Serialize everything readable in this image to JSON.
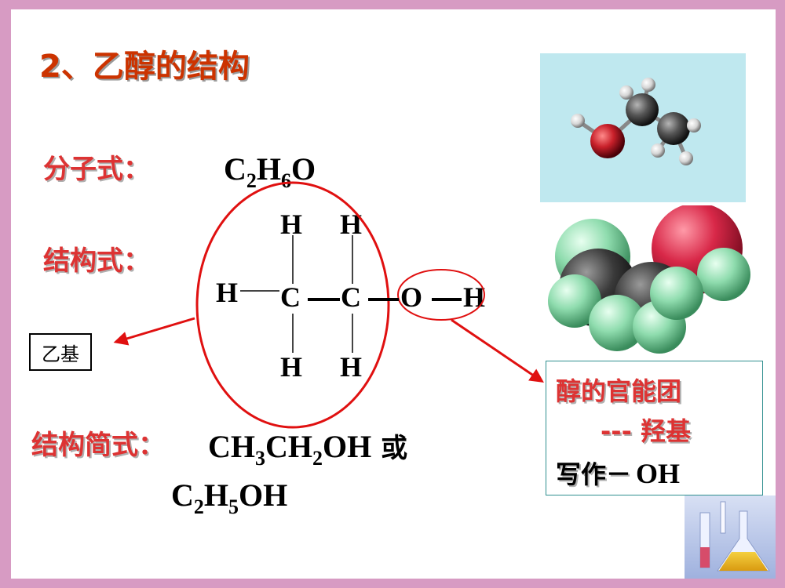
{
  "title": "2、乙醇的结构",
  "molecular_formula": {
    "label": "分子式：",
    "c": "C",
    "c_n": "2",
    "h": "H",
    "h_n": "6",
    "o": "O"
  },
  "structural_formula": {
    "label": "结构式：",
    "atoms": {
      "h_top1": "H",
      "h_top2": "H",
      "h_left": "H",
      "c1": "C",
      "c2": "C",
      "o": "O",
      "h_right": "H",
      "h_bot1": "H",
      "h_bot2": "H"
    }
  },
  "ethyl_label": "乙基",
  "condensed_formula": {
    "label": "结构简式：",
    "line1": {
      "a": "CH",
      "a_n": "3",
      "b": "CH",
      "b_n": "2",
      "c": "OH",
      "or": " 或"
    },
    "line2": {
      "a": "C",
      "a_n": "2",
      "b": "H",
      "b_n": "5",
      "c": "OH"
    }
  },
  "functional_group": {
    "line1": "醇的官能团",
    "line2": "--- 羟基",
    "line3_cn": "写作－",
    "line3_formula": "OH"
  },
  "colors": {
    "title": "#cc3300",
    "label_red": "#dd3333",
    "arrow": "#e01010",
    "frame": "#d79bc3",
    "box_border": "#2f8f8f",
    "ball_stick_bg": "#bfe8ef",
    "lab_bg": "#b8c8ec"
  },
  "images": {
    "ball_stick": "ethanol-ball-and-stick-model",
    "space_fill": "ethanol-space-filling-model",
    "lab": "laboratory-glassware-photo"
  }
}
